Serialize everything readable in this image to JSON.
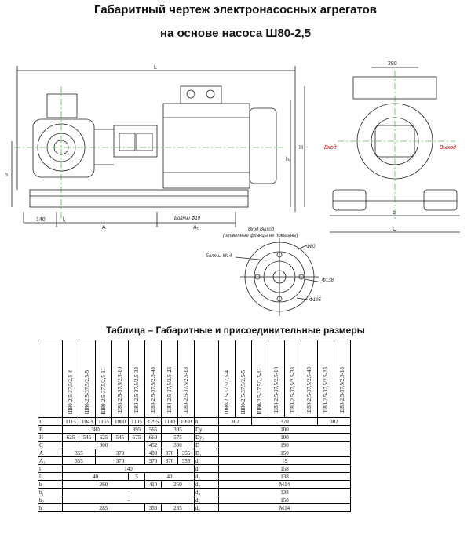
{
  "title_line1": "Габаритный чертеж электронасосных агрегатов",
  "title_line2": "на основе насоса Ш80-2,5",
  "drawing": {
    "labels": {
      "L": "L",
      "H": "H",
      "h": "h",
      "h1": "h₁",
      "dim_140": "140",
      "l1": "l₁",
      "A": "A",
      "A1": "A₁",
      "bolts": "Болты Ф19",
      "dim_280": "280",
      "inlet": "Вход",
      "outlet": "Выход",
      "b": "b",
      "C": "C",
      "flange_note_1": "Вход Выход",
      "flange_note_2": "(ответные фланцы не показаны)",
      "flange_bolts": "Болты М14",
      "d_top": "Ф80",
      "d_mid": "Ф138",
      "d_bottom": "Ф195"
    }
  },
  "table": {
    "title": "Таблица – Габаритные и присоединительные размеры",
    "models": [
      "Ш80-2,5-37,5/2,5-4",
      "Ш80-2,5-37,5/2,5-5",
      "Ш80-2,5-37,5/2,5-11",
      "Ш80-2,5-37,5/2,5-10",
      "Ш80-2,5-37,5/2,5-33",
      "Ш80-2,5-37,5/2,5-43",
      "Ш80-2,5-37,5/2,5-23",
      "Ш80-2,5-37,5/2,5-13"
    ],
    "left_rows": [
      {
        "label": "L",
        "cells": [
          {
            "t": "1115",
            "s": 1
          },
          {
            "t": "1043",
            "s": 1
          },
          {
            "t": "1155",
            "s": 1
          },
          {
            "t": "1080",
            "s": 1
          },
          {
            "t": "1105",
            "s": 1
          },
          {
            "t": "1295",
            "s": 1
          },
          {
            "t": "1180",
            "s": 1
          },
          {
            "t": "1050",
            "s": 1
          }
        ]
      },
      {
        "label": "B",
        "cells": [
          {
            "t": "380",
            "s": 4
          },
          {
            "t": "395",
            "s": 1
          },
          {
            "t": "565",
            "s": 1
          },
          {
            "t": "395",
            "s": 2
          }
        ]
      },
      {
        "label": "H",
        "cells": [
          {
            "t": "625",
            "s": 1
          },
          {
            "t": "545",
            "s": 1
          },
          {
            "t": "625",
            "s": 1
          },
          {
            "t": "545",
            "s": 1
          },
          {
            "t": "575",
            "s": 1
          },
          {
            "t": "660",
            "s": 1
          },
          {
            "t": "575",
            "s": 2
          }
        ]
      },
      {
        "label": "C",
        "cells": [
          {
            "t": "300",
            "s": 5
          },
          {
            "t": "452",
            "s": 1
          },
          {
            "t": "300",
            "s": 2
          }
        ]
      },
      {
        "label": "A",
        "cells": [
          {
            "t": "355",
            "s": 2
          },
          {
            "t": "370",
            "s": 3
          },
          {
            "t": "400",
            "s": 1
          },
          {
            "t": "370",
            "s": 1
          },
          {
            "t": "355",
            "s": 1
          }
        ]
      },
      {
        "label": "A₁",
        "cells": [
          {
            "t": "355",
            "s": 2
          },
          {
            "t": "370",
            "s": 3
          },
          {
            "t": "370",
            "s": 1
          },
          {
            "t": "370",
            "s": 1
          },
          {
            "t": "355",
            "s": 1
          }
        ]
      },
      {
        "label": "l₁",
        "cells": [
          {
            "t": "140",
            "s": 8
          }
        ]
      },
      {
        "label": "l₂",
        "cells": [
          {
            "t": "40",
            "s": 4
          },
          {
            "t": "5",
            "s": 1
          },
          {
            "t": "40",
            "s": 3
          }
        ]
      },
      {
        "label": "b",
        "cells": [
          {
            "t": "260",
            "s": 5
          },
          {
            "t": "410",
            "s": 1
          },
          {
            "t": "260",
            "s": 2
          }
        ]
      },
      {
        "label": "b₁",
        "cells": [
          {
            "t": "-",
            "s": 8
          }
        ]
      },
      {
        "label": "b₂",
        "cells": [
          {
            "t": "-",
            "s": 8
          }
        ]
      },
      {
        "label": "h",
        "cells": [
          {
            "t": "285",
            "s": 5
          },
          {
            "t": "353",
            "s": 1
          },
          {
            "t": "285",
            "s": 2
          }
        ]
      }
    ],
    "right_rows": [
      {
        "label": "h₁",
        "cells": [
          {
            "t": "302",
            "s": 2
          },
          {
            "t": "370",
            "s": 4
          },
          {
            "t": "302",
            "s": 2
          }
        ]
      },
      {
        "label": "Dy₁",
        "cells": [
          {
            "t": "100",
            "s": 8
          }
        ]
      },
      {
        "label": "Dy₂",
        "cells": [
          {
            "t": "100",
            "s": 8
          }
        ]
      },
      {
        "label": "D",
        "cells": [
          {
            "t": "190",
            "s": 8
          }
        ]
      },
      {
        "label": "D₁",
        "cells": [
          {
            "t": "150",
            "s": 8
          }
        ]
      },
      {
        "label": "d",
        "cells": [
          {
            "t": "19",
            "s": 8
          }
        ]
      },
      {
        "label": "d₁",
        "cells": [
          {
            "t": "158",
            "s": 8
          }
        ]
      },
      {
        "label": "d₂",
        "cells": [
          {
            "t": "138",
            "s": 8
          }
        ]
      },
      {
        "label": "d₃",
        "cells": [
          {
            "t": "М14",
            "s": 8
          }
        ]
      },
      {
        "label": "d₄",
        "cells": [
          {
            "t": "138",
            "s": 8
          }
        ]
      },
      {
        "label": "d₅",
        "cells": [
          {
            "t": "158",
            "s": 8
          }
        ]
      },
      {
        "label": "d₆",
        "cells": [
          {
            "t": "М14",
            "s": 8
          }
        ]
      }
    ]
  }
}
